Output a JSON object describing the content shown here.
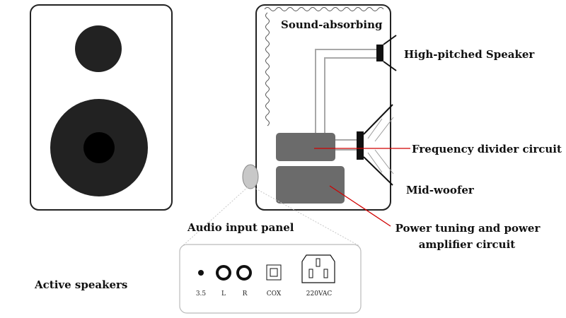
{
  "labels": {
    "sound_absorbing": "Sound-absorbing",
    "high_pitched_speaker": "High-pitched Speaker",
    "frequency_divider": "Frequency divider circuit",
    "mid_woofer": "Mid-woofer",
    "power_tuning_line1": "Power tuning and power",
    "power_tuning_line2": "amplifier circuit",
    "audio_input_panel": "Audio input panel",
    "active_speakers": "Active speakers"
  },
  "panel": {
    "jack_35": "3.5",
    "left": "L",
    "right": "R",
    "cox": "COX",
    "power": "220VAC"
  },
  "colors": {
    "outline": "#222222",
    "driver": "#222222",
    "circuit_box": "#6b6b6b",
    "pointer_line": "#d00000",
    "cable": "#a8a8a8"
  }
}
